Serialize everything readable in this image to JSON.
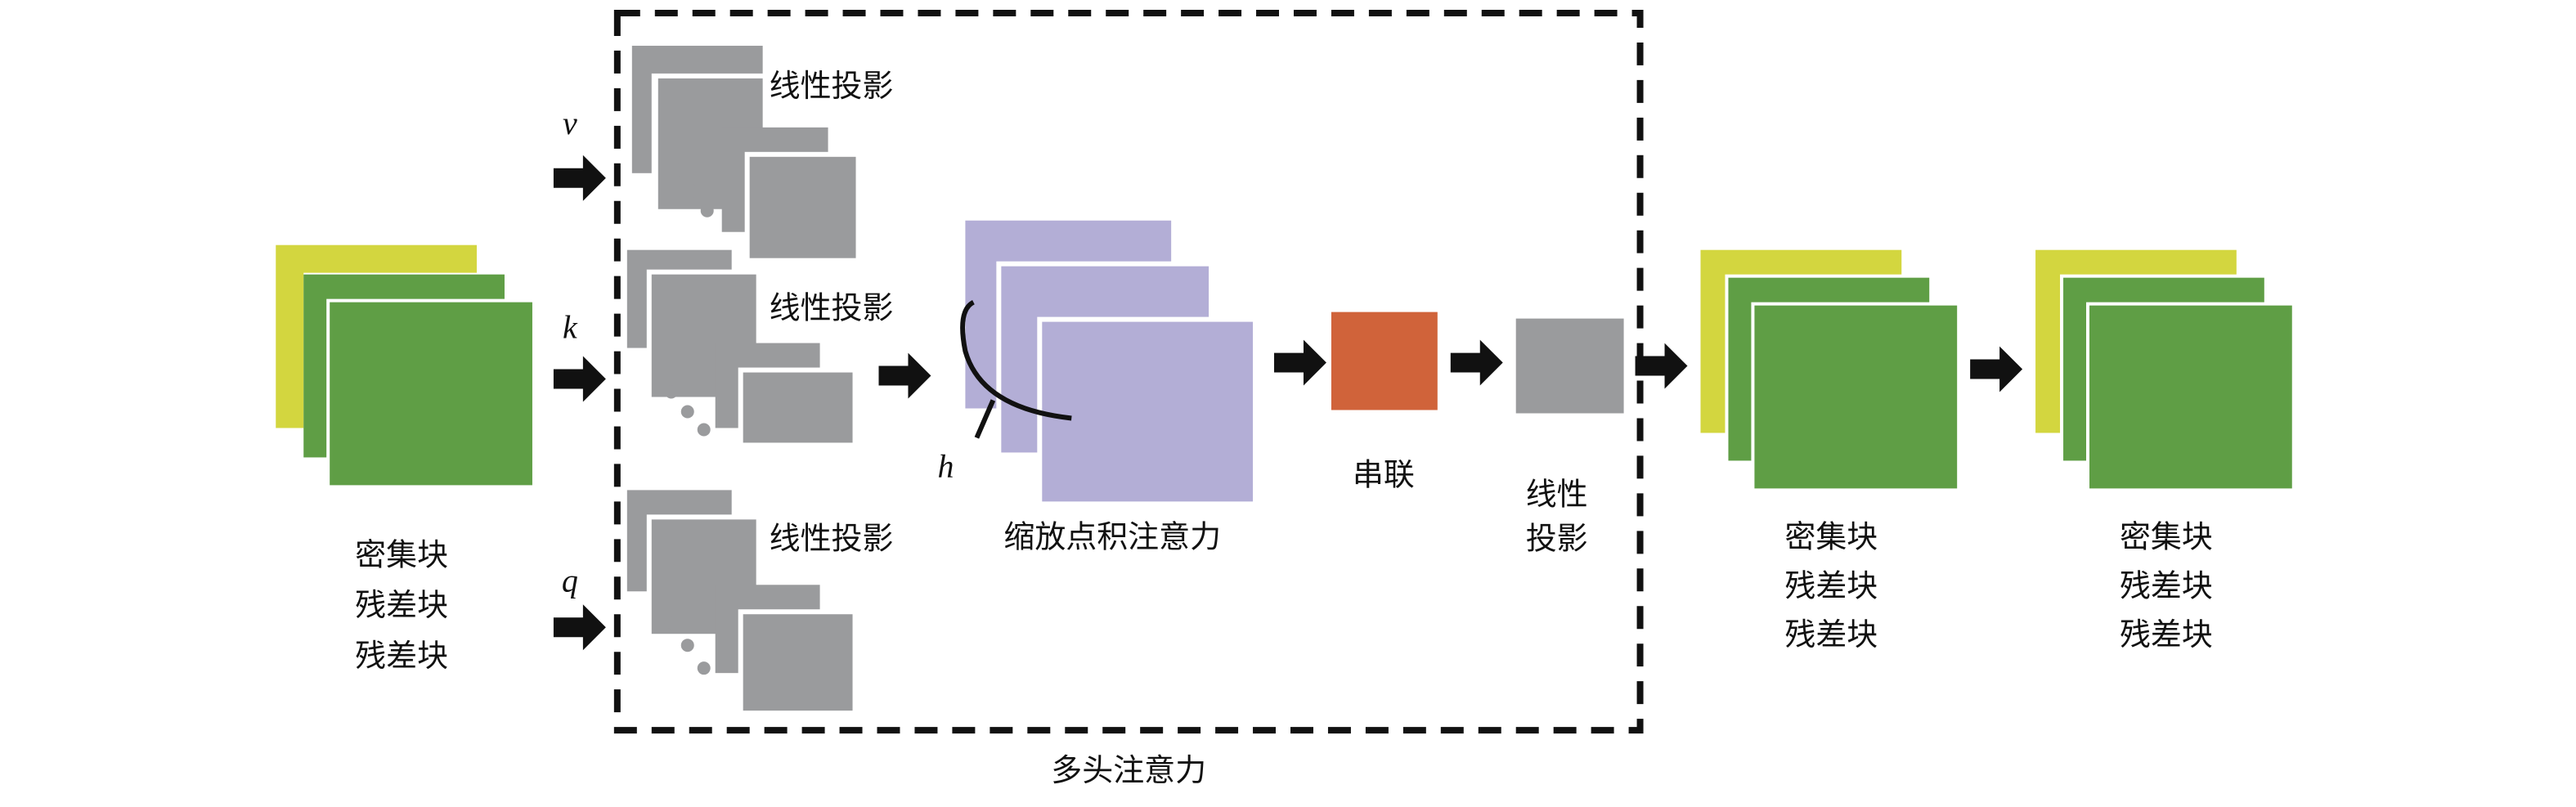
{
  "colors": {
    "yellow": "#d3d63f",
    "green": "#5f9e45",
    "gray": "#9a9b9d",
    "purple": "#b3aed6",
    "orange": "#d0633a",
    "arrow": "#111111"
  },
  "input_block": {
    "lines": [
      "密集块",
      "残差块",
      "残差块"
    ]
  },
  "inputs": {
    "v": "v",
    "k": "k",
    "q": "q"
  },
  "projection_label": "线性投影",
  "attention": {
    "label": "缩放点积注意力",
    "heads_symbol": "h"
  },
  "concat": {
    "label": "串联"
  },
  "output_projection": {
    "lines": [
      "线性",
      "投影"
    ]
  },
  "multihead": {
    "label": "多头注意力"
  },
  "output_block_1": {
    "lines": [
      "密集块",
      "残差块",
      "残差块"
    ]
  },
  "output_block_2": {
    "lines": [
      "密集块",
      "残差块",
      "残差块"
    ]
  }
}
